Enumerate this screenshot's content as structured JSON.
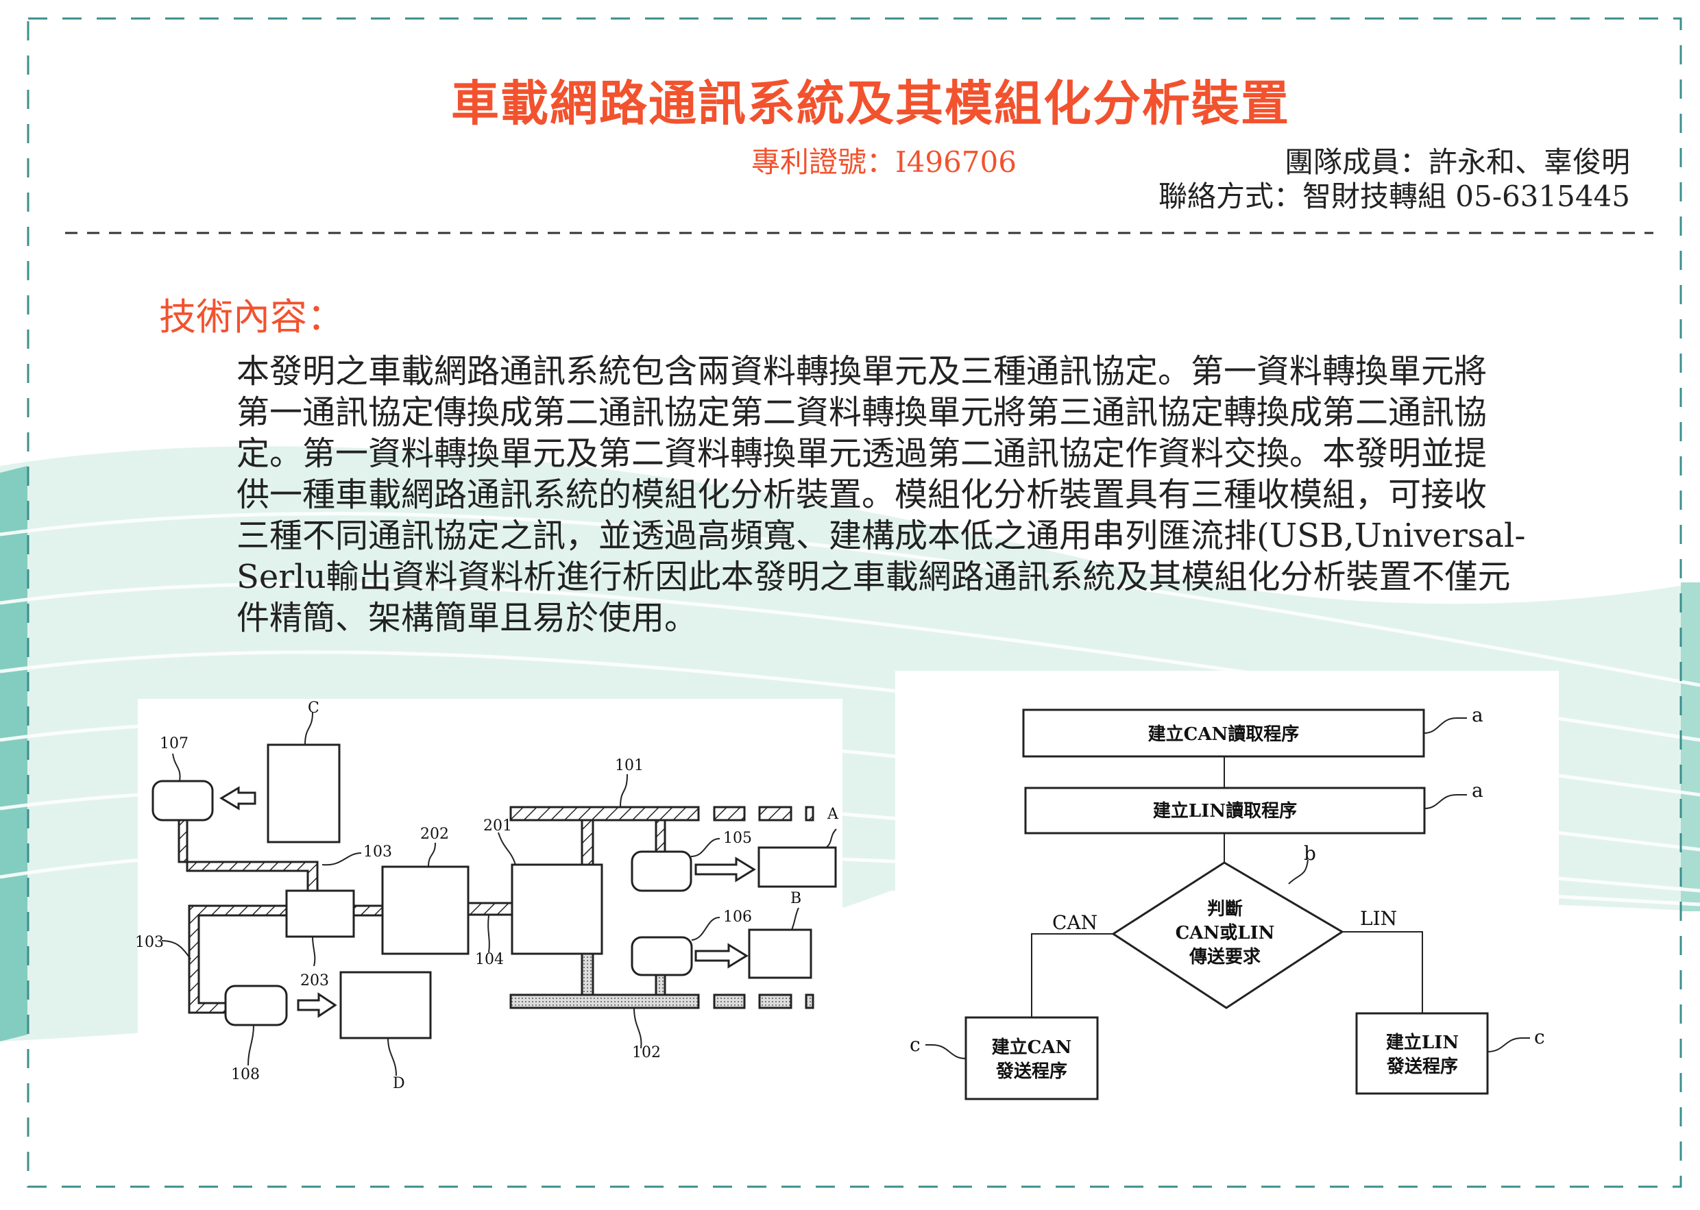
{
  "header": {
    "title": "車載網路通訊系統及其模組化分析裝置",
    "patent_number": "專利證號：I496706",
    "team_members": "團隊成員：許永和、辜俊明",
    "contact": "聯絡方式：智財技轉組 05-6315445"
  },
  "section": {
    "heading": "技術內容：",
    "body_lines": [
      "本發明之車載網路通訊系統包含兩資料轉換單元及三種通訊協定。第一資料轉換單元將",
      "第一通訊協定傳換成第二通訊協定第二資料轉換單元將第三通訊協定轉換成第二通訊協",
      "定。第一資料轉換單元及第二資料轉換單元透過第二通訊協定作資料交換。本發明並提",
      "供一種車載網路通訊系統的模組化分析裝置。模組化分析裝置具有三種收模組，可接收",
      "三種不同通訊協定之訊，並透過高頻寬、建構成本低之通用串列匯流排(USB,Universal-",
      "Serlu輸出資料資料析進行析因此本發明之車載網路通訊系統及其模組化分析裝置不僅元",
      "件精簡、架構簡單且易於使用。"
    ]
  },
  "block_diagram": {
    "labels": {
      "l107": "107",
      "lC": "C",
      "l101": "101",
      "l202": "202",
      "l201": "201",
      "l103a": "103",
      "l103b": "103",
      "l105": "105",
      "l106": "106",
      "lA": "A",
      "lB": "B",
      "l104": "104",
      "l203": "203",
      "l108": "108",
      "lD": "D",
      "l102": "102"
    }
  },
  "flowchart": {
    "step_can_read": "建立CAN讀取程序",
    "step_lin_read": "建立LIN讀取程序",
    "decision_line1": "判斷",
    "decision_line2": "CAN或LIN",
    "decision_line3": "傳送要求",
    "branch_can": "CAN",
    "branch_lin": "LIN",
    "send_can_line1": "建立CAN",
    "send_can_line2": "發送程序",
    "send_lin_line1": "建立LIN",
    "send_lin_line2": "發送程序",
    "ref_a1": "a",
    "ref_a2": "a",
    "ref_b": "b",
    "ref_c1": "c",
    "ref_c2": "c"
  },
  "colors": {
    "accent": "#f2522e",
    "border": "#3b8f8b",
    "mint": "#e2f3ee",
    "teal": "#6cc3b4"
  }
}
